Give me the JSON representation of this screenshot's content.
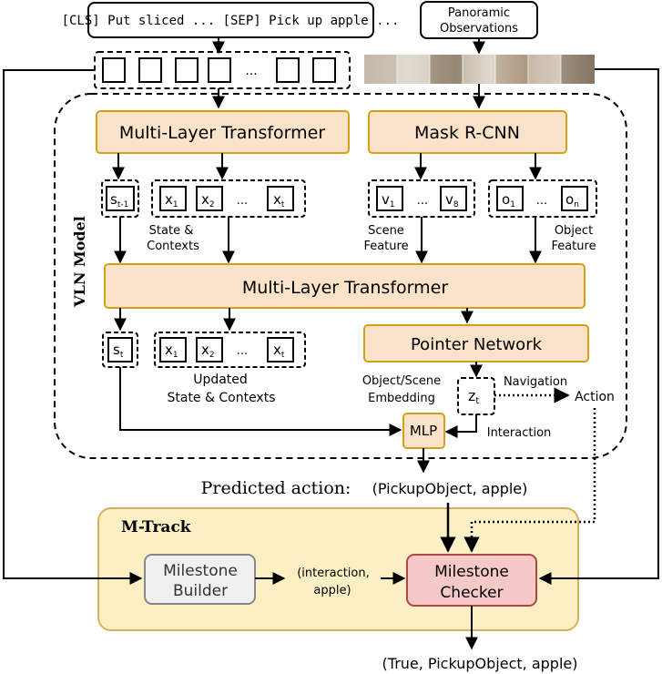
{
  "colors": {
    "orange_fill": "#fbe3c9",
    "orange_stroke": "#d4a017",
    "mtrack_fill": "#fcefc4",
    "mtrack_stroke": "#d6b15a",
    "builder_fill": "#f0f0f0",
    "builder_stroke": "#888888",
    "checker_fill": "#f6c9c9",
    "checker_stroke": "#b04848",
    "line": "#000000"
  },
  "top": {
    "instruction": "[CLS] Put sliced ... [SEP] Pick up apple ...",
    "panoramic_line1": "Panoramic",
    "panoramic_line2": "Observations",
    "token_ellipsis": "..."
  },
  "vln": {
    "label": "VLN Model",
    "transformer_top": "Multi-Layer Transformer",
    "mask_rcnn": "Mask R-CNN",
    "transformer_mid": "Multi-Layer Transformer",
    "pointer": "Pointer Network",
    "mlp": "MLP",
    "state_prev": "s",
    "state_prev_sub": "t-1",
    "state": "s",
    "state_sub": "t",
    "x_label": "x",
    "x_subs": [
      "1",
      "2",
      "t"
    ],
    "v_label": "v",
    "v_subs": [
      "1",
      "8"
    ],
    "o_label": "o",
    "o_subs": [
      "1",
      "n"
    ],
    "z_label": "z",
    "z_sub": "t",
    "ellipsis": "...",
    "state_contexts_1": "State &",
    "state_contexts_2": "Contexts",
    "scene_feature_1": "Scene",
    "scene_feature_2": "Feature",
    "object_feature_1": "Object",
    "object_feature_2": "Feature",
    "updated_1": "Updated",
    "updated_2": "State & Contexts",
    "embedding_1": "Object/Scene",
    "embedding_2": "Embedding",
    "navigation": "Navigation",
    "action": "Action",
    "interaction": "Interaction"
  },
  "predicted": {
    "label": "Predicted action:",
    "value": "(PickupObject, apple)"
  },
  "mtrack": {
    "label": "M-Track",
    "builder_1": "Milestone",
    "builder_2": "Builder",
    "checker_1": "Milestone",
    "checker_2": "Checker",
    "milestone_1": "(interaction,",
    "milestone_2": "apple)"
  },
  "output": "(True, PickupObject, apple)"
}
